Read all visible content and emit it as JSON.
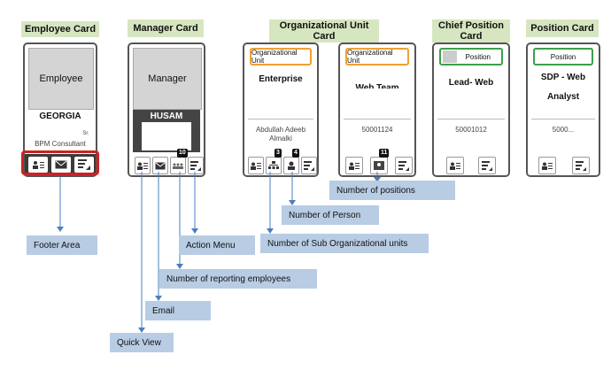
{
  "headers": {
    "employee": "Employee Card",
    "manager": "Manager  Card",
    "org_unit": "Organizational Unit Card",
    "chief": "Chief Position Card",
    "position": "Position  Card"
  },
  "employee_card": {
    "photo": "Employee",
    "name": "GEORGIA",
    "role": "BPM Consultant",
    "role_suffix": "Sr."
  },
  "manager_card": {
    "photo": "Manager",
    "name": "HUSAM",
    "reports_badge": "10"
  },
  "org_unit_card_1": {
    "tag": "Organizational Unit",
    "name": "Enterprise",
    "person_line1": "Abdullah Adeeb",
    "person_line2": "Almalki",
    "badge_units": "3",
    "badge_persons": "4"
  },
  "org_unit_card_2": {
    "tag": "Organizational Unit",
    "name": "Web Team",
    "code": "50001124",
    "badge_positions": "11"
  },
  "chief_card": {
    "tag": "Position",
    "name": "Lead- Web",
    "code": "50001012"
  },
  "position_card": {
    "tag": "Position",
    "name_line1": "SDP - Web",
    "name_line2": "Analyst",
    "code": "5000..."
  },
  "labels": {
    "footer_area": "Footer Area",
    "quick_view": "Quick View",
    "email": "Email",
    "reporting": "Number  of reporting employees",
    "action_menu": "Action Menu",
    "sub_units": "Number  of Sub Organizational units",
    "persons": "Number of Person",
    "positions": "Number  of positions"
  },
  "colors": {
    "header_bg": "#d6e6c0",
    "label_bg": "#b8cce4",
    "footer_highlight": "#cc2222",
    "line": "#4a7fc0"
  }
}
